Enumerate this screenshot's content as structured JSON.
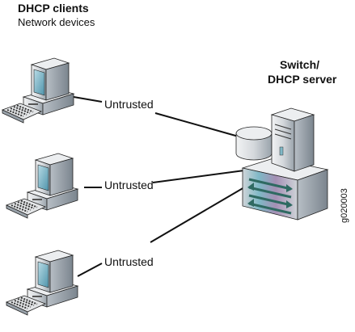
{
  "clients": {
    "title": "DHCP clients",
    "subtitle": "Network devices"
  },
  "server": {
    "title_line1": "Switch/",
    "title_line2": "DHCP server"
  },
  "links": [
    {
      "label": "Untrusted"
    },
    {
      "label": "Untrusted"
    },
    {
      "label": "Untrusted"
    }
  ],
  "figure_id": "g020003",
  "colors": {
    "screen": "#6fb0c4",
    "case_light": "#e6e8ea",
    "case_dark": "#9aa3ab",
    "accent": "#3a8a7a",
    "line": "#111111"
  }
}
